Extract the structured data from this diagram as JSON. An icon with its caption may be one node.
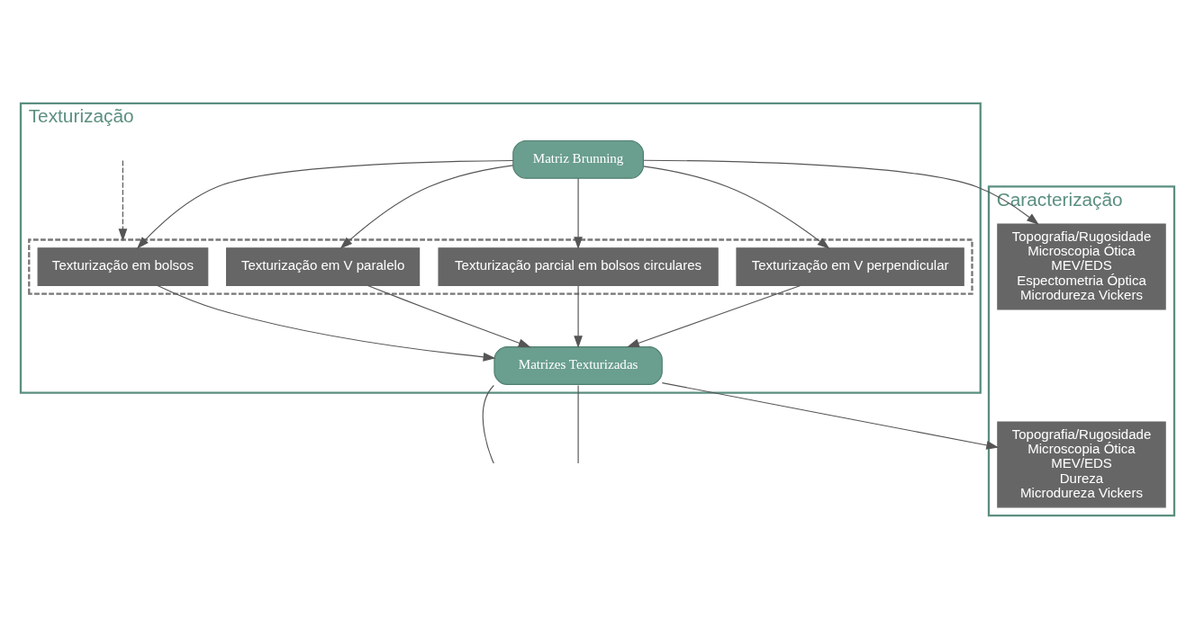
{
  "diagram": {
    "nodes": [
      {
        "text": [
          "Texturização"
        ]
      },
      {
        "text": [
          "Matriz Brunning"
        ],
        "in": 0
      },
      {
        "text": [],
        "shape": "box",
        "in": 0
      },
      {
        "text": [
          "Texturização em bolsos"
        ],
        "in": 2
      },
      {
        "text": [
          "Texturização parcial em bolsos circulares"
        ],
        "in": 2
      },
      {
        "text": [
          "Texturização em V paralelo"
        ],
        "in": 2
      },
      {
        "text": [
          "Texturização em V perpendicular"
        ],
        "in": 2
      },
      {
        "text": [
          "Matrizes Texturizadas"
        ],
        "in": 0
      },
      {
        "text": [
          "Caracterização"
        ]
      },
      {
        "text": [
          "Topografia/Rugosidade",
          "Microscopia Ótica",
          "MEV/EDS",
          "Espectometria Óptica",
          "Microdureza Vickers"
        ],
        "in": 8
      },
      {
        "text": [
          "Topografia/Rugosidade",
          "Microscopia Ótica",
          "MEV/EDS",
          "Dureza",
          "Microdureza Vickers"
        ],
        "in": 8
      }
    ],
    "edges": [
      {
        "from": 1,
        "to": 9,
        "arrow": "to"
      },
      {
        "from": 1,
        "to": 3,
        "arrow": "to"
      },
      {
        "from": 1,
        "to": 4,
        "arrow": "to"
      },
      {
        "from": 1,
        "to": 5,
        "arrow": "to"
      },
      {
        "from": 1,
        "to": 6,
        "arrow": "to"
      },
      {
        "from": null,
        "to": 2,
        "arrow": "to",
        "style": "dashed"
      },
      {
        "from": 3,
        "to": 7,
        "arrow": "to"
      },
      {
        "from": 4,
        "to": 7,
        "arrow": "to"
      },
      {
        "from": 5,
        "to": 7,
        "arrow": "to"
      },
      {
        "from": 6,
        "to": 7,
        "arrow": "to"
      },
      {
        "from": 7,
        "to": 10,
        "arrow": "to"
      },
      {
        "from": 7,
        "to": null,
        "arrow": "none"
      },
      {
        "from": 7,
        "to": null,
        "arrow": "none"
      }
    ]
  }
}
